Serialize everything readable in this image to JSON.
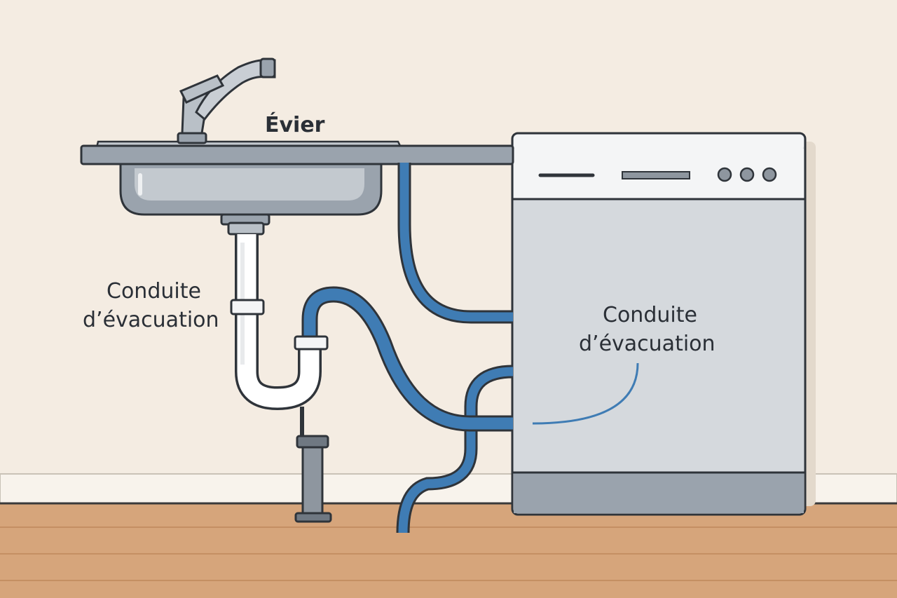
{
  "labels": {
    "sink": "Évier",
    "sink_drain_line1": "Conduite",
    "sink_drain_line2": "d’évacuation",
    "dishwasher_drain_line1": "Conduite",
    "dishwasher_drain_line2": "d’évacuation"
  },
  "colors": {
    "wall": "#f4ece2",
    "floor": "#d6a57b",
    "outline": "#2f343a",
    "hose_blue": "#3f7cb4",
    "sink_gray": "#9aa3ad",
    "dishwasher_panel": "#d5d9dd",
    "pvc_white": "#ffffff"
  },
  "dishwasher": {
    "indicator_lights": 3
  }
}
